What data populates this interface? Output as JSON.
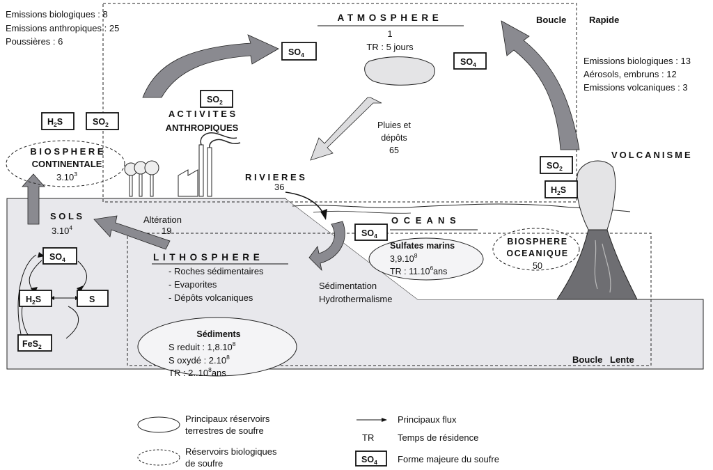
{
  "atmosphere": {
    "title": "ATMOSPHERE",
    "stock": "1",
    "residence": "TR : 5 jours",
    "in_left": [
      "Emissions biologiques : 8",
      "Emissions anthropiques : 25",
      "Poussières : 6"
    ],
    "in_right": [
      "Emissions biologiques : 13",
      "Aérosols, embruns : 12",
      "Emissions volcaniques : 3"
    ]
  },
  "loops": {
    "fast": [
      "Boucle",
      "Rapide"
    ],
    "slow": [
      "Boucle",
      "Lente"
    ]
  },
  "species": {
    "so4": [
      "SO",
      "4"
    ],
    "so2": [
      "SO",
      "2"
    ],
    "h2s": [
      "H",
      "2",
      "S"
    ],
    "s": "S",
    "fes2": [
      "FeS",
      "2"
    ]
  },
  "activities": [
    "A C T I V I T E S",
    "ANTHROPIQUES"
  ],
  "rain": [
    "Pluies et",
    "dépôts",
    "65"
  ],
  "biosphere_continental": {
    "line1": "B I O S P H E R E",
    "line2": "CONTINENTALE",
    "value": "3.10",
    "exp": "3"
  },
  "volcanism": "VOLCANISME",
  "rivers": {
    "title": "R I V I E R E S",
    "value": "36"
  },
  "soils": {
    "title": "S O L S",
    "value": "3.10",
    "exp": "4"
  },
  "alteration": {
    "label": "Altération",
    "value": "19"
  },
  "oceans": {
    "title": "O C E A N S"
  },
  "marine_sulfates": {
    "title": "Sulfates marins",
    "value": "3,9.10",
    "exp": "8",
    "tr": "TR : 11.10",
    "tr_exp": "6",
    "tr_unit": "ans"
  },
  "biosphere_oceanic": {
    "line1": "BIOSPHERE",
    "line2": "OCEANIQUE",
    "value": "50"
  },
  "lithosphere": {
    "title": "LITHOSPHERE",
    "items": [
      "- Roches sédimentaires",
      "- Evaporites",
      "- Dépôts volcaniques"
    ]
  },
  "sedimentation": [
    "Sédimentation",
    "Hydrothermalisme"
  ],
  "sediments": {
    "title": "Sédiments",
    "reduced": "S reduit : 1,8.10",
    "reduced_exp": "8",
    "oxidized": "S oxydé : 2.10",
    "oxidized_exp": "8",
    "tr": "TR : 2..10",
    "tr_exp": "8",
    "tr_unit": "ans"
  },
  "legend": {
    "solid": [
      "Principaux réservoirs",
      "terrestres de soufre"
    ],
    "dashed": [
      "Réservoirs biologiques",
      "de soufre"
    ],
    "flux": "Principaux flux",
    "tr_abbr": "TR",
    "tr_text": "Temps de résidence",
    "form_text": "Forme majeure du soufre"
  },
  "colors": {
    "ground": "#e8e8ec",
    "arrow": "#8a8a90",
    "arrow_light": "#dcdcde",
    "volcano": "#6e6e72",
    "cloud": "#e4e4e6"
  }
}
